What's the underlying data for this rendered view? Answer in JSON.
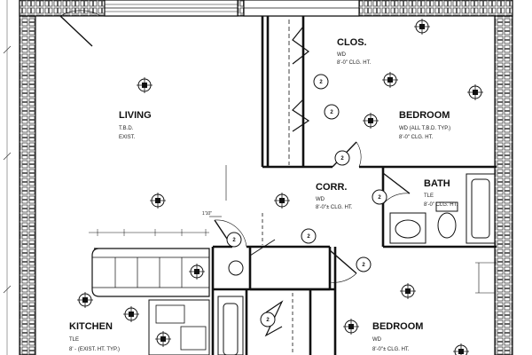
{
  "rooms": {
    "living": {
      "name": "LIVING",
      "line1": "T.B.D.",
      "line2": "EXIST."
    },
    "closet": {
      "name": "CLOS.",
      "line1": "WD",
      "line2": "8'-0\" CLG. HT."
    },
    "bedroom1": {
      "name": "BEDROOM",
      "line1": "WD (ALL T.B.D. TYP.)",
      "line2": "8'-0\" CLG. HT."
    },
    "corridor": {
      "name": "CORR.",
      "line1": "WD",
      "line2": "8'-0\"± CLG. HT."
    },
    "bath": {
      "name": "BATH",
      "line1": "TLE",
      "line2": "8'-0\" CLG. HT."
    },
    "kitchen": {
      "name": "KITCHEN",
      "line1": "TLE",
      "line2": "8' - (EXIST. HT. TYP.)"
    },
    "bedroom2": {
      "name": "BEDROOM",
      "line1": "WD",
      "line2": "8'-0\"± CLG. HT."
    }
  },
  "annotations": {
    "height_mark": "1'10\"",
    "door_tags": [
      "2",
      "2",
      "2",
      "2",
      "2",
      "2",
      "2",
      "2"
    ]
  }
}
